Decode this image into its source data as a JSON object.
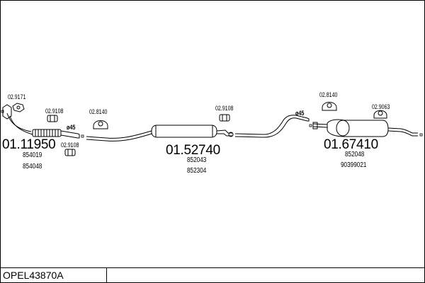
{
  "diagram": {
    "kit_code": "OPEL43870A",
    "assemblies": [
      {
        "part_number": "01.11950",
        "oem_refs": [
          "854019",
          "854048"
        ]
      },
      {
        "part_number": "01.52740",
        "oem_refs": [
          "852043",
          "852304"
        ]
      },
      {
        "part_number": "01.67410",
        "oem_refs": [
          "852048",
          "90399021"
        ]
      }
    ],
    "fittings": [
      {
        "code": "02.9171",
        "icon": "gasket-icon"
      },
      {
        "code": "02.9108",
        "icon": "rubber-mount-icon"
      },
      {
        "code": "02.9108",
        "icon": "rubber-mount-icon"
      },
      {
        "code": "02.8140",
        "icon": "exhaust-hanger-icon"
      },
      {
        "code": "02.9108",
        "icon": "rubber-mount-icon"
      },
      {
        "code": "02.8140",
        "icon": "exhaust-hanger-icon"
      },
      {
        "code": "02.9063",
        "icon": "exhaust-hanger-icon"
      }
    ],
    "pipe_diameters": [
      {
        "label": "ø45"
      },
      {
        "label": "ø45"
      }
    ],
    "colors": {
      "line": "#000000",
      "background": "#ffffff"
    }
  }
}
